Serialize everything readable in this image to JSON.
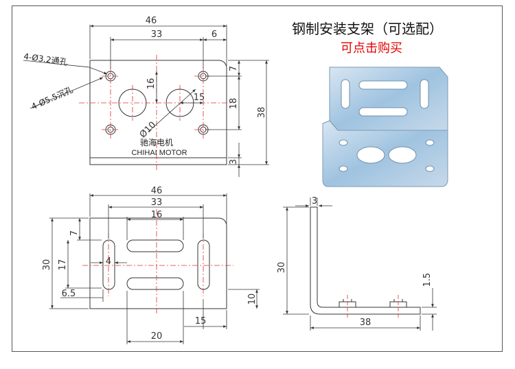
{
  "header": {
    "title": "钢制安装支架（可选配）",
    "link": "可点击购买"
  },
  "brand": {
    "cn": "驰海电机",
    "en": "CHIHAI MOTOR"
  },
  "colors": {
    "outline": "#333333",
    "center": "#e03030",
    "link": "#e60000",
    "photo": "#9fc3e0"
  },
  "top_view": {
    "dims": {
      "width": "46",
      "hole_span": "33",
      "edge": "6",
      "v7": "7",
      "v16": "16",
      "v18": "18",
      "h15": "15",
      "height": "38",
      "thick": "3",
      "dia10": "Ø10"
    },
    "notes": {
      "through": "4-Ø3.2通孔",
      "counter": "4-Ø5.5沉孔"
    }
  },
  "front_view": {
    "dims": {
      "width": "46",
      "span": "33",
      "slot": "16",
      "v7": "7",
      "h4": "4",
      "v17": "17",
      "height": "30",
      "h65": "6.5",
      "v10": "10",
      "h15": "15",
      "h20": "20"
    }
  },
  "side_view": {
    "dims": {
      "thick": "3",
      "height": "30",
      "thin": "1.5",
      "length": "38"
    }
  }
}
